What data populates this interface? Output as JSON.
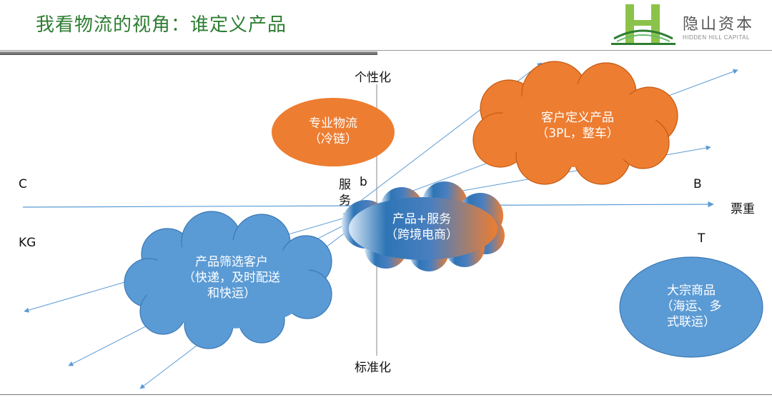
{
  "header": {
    "title": "我看物流的视角：谁定义产品",
    "logo_cn": "隐山资本",
    "logo_en": "HIDDEN HILL CAPITAL"
  },
  "axes": {
    "top": "个性化",
    "bottom": "标准化",
    "right": "票重",
    "left_upper": "C",
    "left_lower": "KG",
    "right_upper": "B",
    "right_lower": "T",
    "center_small": "b",
    "center_service_1": "服",
    "center_service_2": "务"
  },
  "shapes": {
    "professional": {
      "line1": "专业物流",
      "line2": "（冷链）"
    },
    "customer_defined": {
      "line1": "客户定义产品",
      "line2": "（3PL，整车）"
    },
    "product_service": {
      "line1": "产品+服务",
      "line2": "（跨境电商）"
    },
    "product_filter": {
      "line1": "产品筛选客户",
      "line2": "（快递，及时配送",
      "line3": "和快运）"
    },
    "bulk": {
      "line1": "大宗商品",
      "line2": "（海运、多",
      "line3": "式联运）"
    }
  },
  "colors": {
    "title_green": "#2e7d32",
    "orange": "#ed7d31",
    "blue": "#5b9bd5",
    "arrow_blue": "#5b9bd5",
    "axis": "#666666"
  }
}
